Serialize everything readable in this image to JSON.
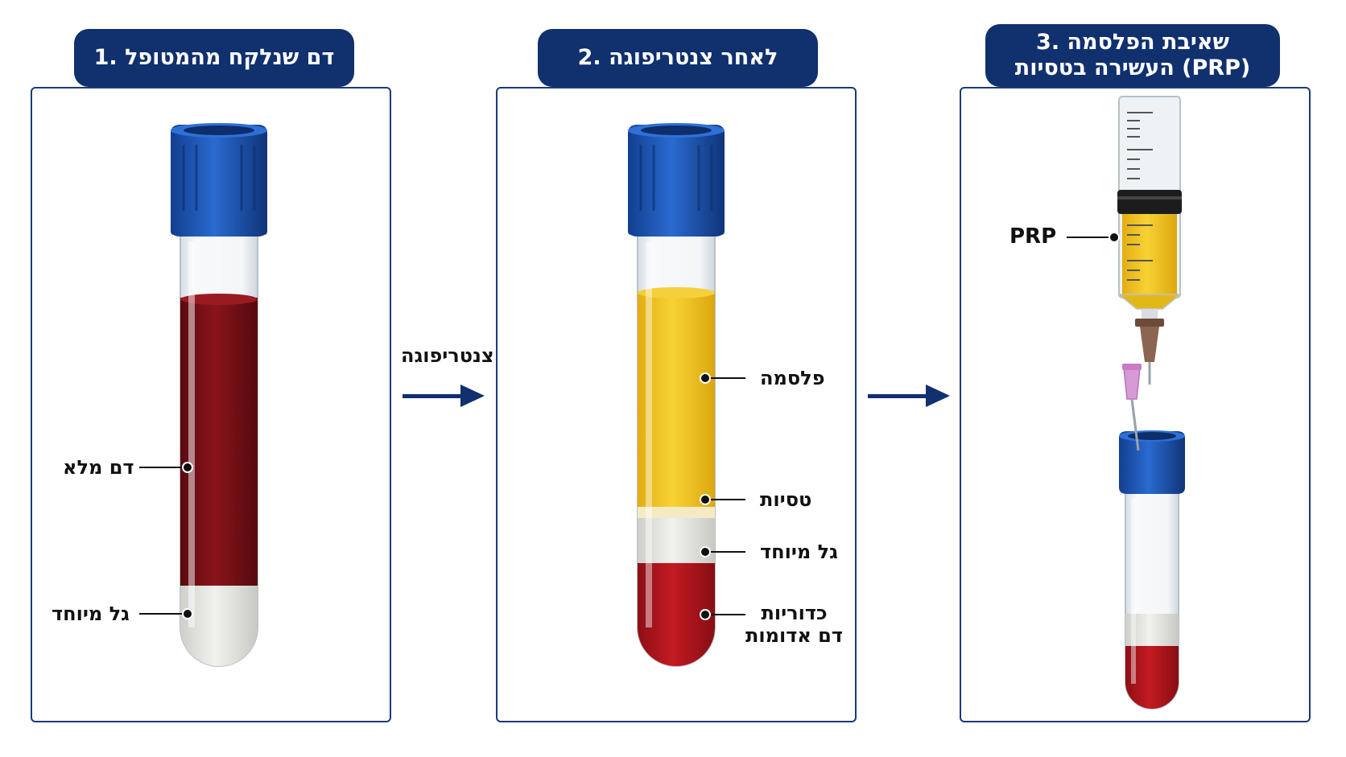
{
  "steps": [
    {
      "title": "1. דם שנלקח מהמטופל"
    },
    {
      "title": "2. לאחר צנטריפוגה"
    },
    {
      "title_line1": "3. שאיבת הפלסמה",
      "title_line2": "העשירה בטסיות (PRP)"
    }
  ],
  "arrow_label": "צנטריפוגה",
  "tube1_labels": {
    "whole_blood": "דם מלא",
    "gel": "גל מיוחד"
  },
  "tube2_labels": {
    "plasma": "פלסמה",
    "platelets": "טסיות",
    "gel": "גל מיוחד",
    "rbc_line1": "כדוריות",
    "rbc_line2": "דם אדומות"
  },
  "syringe_label": "PRP",
  "colors": {
    "navy": "#10306e",
    "cap_blue": "#1d57b8",
    "blood": "#7a1016",
    "rbc": "#b0141c",
    "plasma": "#f0c21e",
    "gel": "#e4e4e0"
  }
}
